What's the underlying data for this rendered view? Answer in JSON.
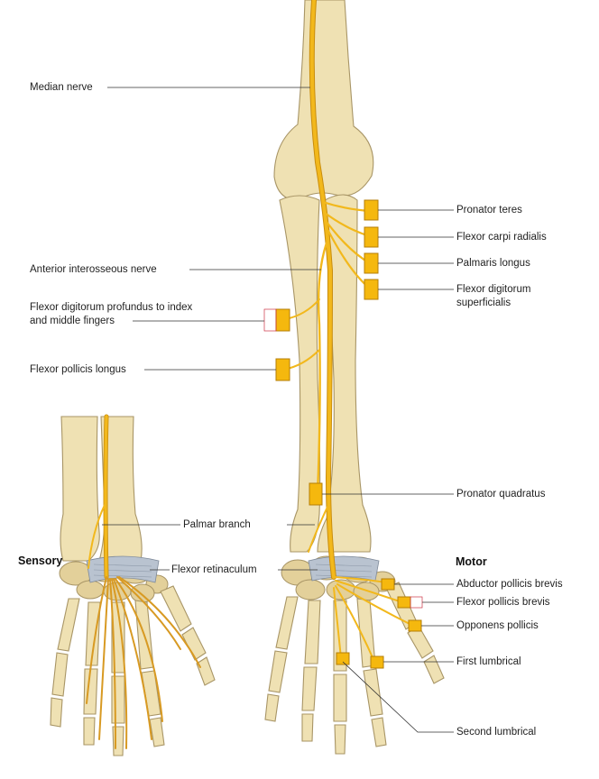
{
  "labels": {
    "median_nerve": "Median nerve",
    "anterior_interosseous_nerve": "Anterior interosseous nerve",
    "fdp_index_middle_line1": "Flexor digitorum profundus to index",
    "fdp_index_middle_line2": "and middle fingers",
    "flexor_pollicis_longus": "Flexor pollicis longus",
    "palmar_branch": "Palmar branch",
    "flexor_retinaculum": "Flexor retinaculum",
    "pronator_teres": "Pronator teres",
    "flexor_carpi_radialis": "Flexor carpi radialis",
    "palmaris_longus": "Palmaris longus",
    "flexor_digitorum_superficialis_line1": "Flexor digitorum",
    "flexor_digitorum_superficialis_line2": "superficialis",
    "pronator_quadratus": "Pronator quadratus",
    "abductor_pollicis_brevis": "Abductor pollicis brevis",
    "flexor_pollicis_brevis": "Flexor pollicis brevis",
    "opponens_pollicis": "Opponens pollicis",
    "first_lumbrical": "First lumbrical",
    "second_lumbrical": "Second lumbrical"
  },
  "headers": {
    "sensory": "Sensory",
    "motor": "Motor"
  },
  "colors": {
    "nerve": "#f2b81c",
    "bone": "#efe1b3",
    "muscle_box": "#f5b80e",
    "retinaculum": "#b9c3d0"
  }
}
